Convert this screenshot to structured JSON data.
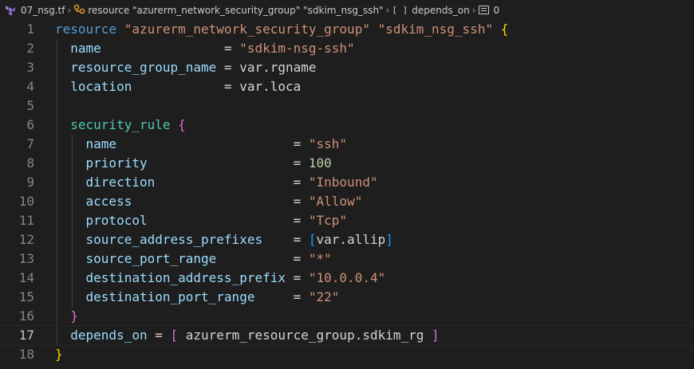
{
  "breadcrumb": {
    "file": "07_nsg.tf",
    "resource": "resource \"azurerm_network_security_group\" \"sdkim_nsg_ssh\"",
    "attribute": "depends_on",
    "count": "0"
  },
  "colors": {
    "background": "#1e1e1e",
    "keyword": "#569cd6",
    "string": "#ce9178",
    "property": "#9cdcfe",
    "number": "#b5cea8",
    "bracket_gold": "#ffd700",
    "bracket_orchid": "#da70d6",
    "bracket_blue": "#179fff"
  },
  "icons": {
    "file": "terraform-icon",
    "resource": "symbol-class-icon",
    "attribute": "symbol-array-icon",
    "count": "symbol-object-icon"
  },
  "active_line": 17,
  "lines": [
    {
      "n": "1",
      "t": [
        [
          "kw",
          "resource"
        ],
        [
          "plain",
          " "
        ],
        [
          "str",
          "\"azurerm_network_security_group\""
        ],
        [
          "plain",
          " "
        ],
        [
          "str",
          "\"sdkim_nsg_ssh\""
        ],
        [
          "plain",
          " "
        ],
        [
          "b1",
          "{"
        ]
      ]
    },
    {
      "n": "2",
      "t": [
        [
          "plain",
          "  "
        ],
        [
          "prop",
          "name"
        ],
        [
          "plain",
          "                = "
        ],
        [
          "str",
          "\"sdkim-nsg-ssh\""
        ]
      ]
    },
    {
      "n": "3",
      "t": [
        [
          "plain",
          "  "
        ],
        [
          "prop",
          "resource_group_name"
        ],
        [
          "plain",
          " = "
        ],
        [
          "plain",
          "var.rgname"
        ]
      ]
    },
    {
      "n": "4",
      "t": [
        [
          "plain",
          "  "
        ],
        [
          "prop",
          "location"
        ],
        [
          "plain",
          "            = "
        ],
        [
          "plain",
          "var.loca"
        ]
      ]
    },
    {
      "n": "5",
      "t": []
    },
    {
      "n": "6",
      "t": [
        [
          "plain",
          "  "
        ],
        [
          "sec",
          "security_rule"
        ],
        [
          "plain",
          " "
        ],
        [
          "b2",
          "{"
        ]
      ]
    },
    {
      "n": "7",
      "t": [
        [
          "plain",
          "    "
        ],
        [
          "prop",
          "name"
        ],
        [
          "plain",
          "                       = "
        ],
        [
          "str",
          "\"ssh\""
        ]
      ]
    },
    {
      "n": "8",
      "t": [
        [
          "plain",
          "    "
        ],
        [
          "prop",
          "priority"
        ],
        [
          "plain",
          "                   = "
        ],
        [
          "num",
          "100"
        ]
      ]
    },
    {
      "n": "9",
      "t": [
        [
          "plain",
          "    "
        ],
        [
          "prop",
          "direction"
        ],
        [
          "plain",
          "                  = "
        ],
        [
          "str",
          "\"Inbound\""
        ]
      ]
    },
    {
      "n": "10",
      "t": [
        [
          "plain",
          "    "
        ],
        [
          "prop",
          "access"
        ],
        [
          "plain",
          "                     = "
        ],
        [
          "str",
          "\"Allow\""
        ]
      ]
    },
    {
      "n": "11",
      "t": [
        [
          "plain",
          "    "
        ],
        [
          "prop",
          "protocol"
        ],
        [
          "plain",
          "                   = "
        ],
        [
          "str",
          "\"Tcp\""
        ]
      ]
    },
    {
      "n": "12",
      "t": [
        [
          "plain",
          "    "
        ],
        [
          "prop",
          "source_address_prefixes"
        ],
        [
          "plain",
          "    = "
        ],
        [
          "b3",
          "["
        ],
        [
          "plain",
          "var.allip"
        ],
        [
          "b3",
          "]"
        ]
      ]
    },
    {
      "n": "13",
      "t": [
        [
          "plain",
          "    "
        ],
        [
          "prop",
          "source_port_range"
        ],
        [
          "plain",
          "          = "
        ],
        [
          "str",
          "\"*\""
        ]
      ]
    },
    {
      "n": "14",
      "t": [
        [
          "plain",
          "    "
        ],
        [
          "prop",
          "destination_address_prefix"
        ],
        [
          "plain",
          " = "
        ],
        [
          "str",
          "\"10.0.0.4\""
        ]
      ]
    },
    {
      "n": "15",
      "t": [
        [
          "plain",
          "    "
        ],
        [
          "prop",
          "destination_port_range"
        ],
        [
          "plain",
          "     = "
        ],
        [
          "str",
          "\"22\""
        ]
      ]
    },
    {
      "n": "16",
      "t": [
        [
          "plain",
          "  "
        ],
        [
          "b2",
          "}"
        ]
      ]
    },
    {
      "n": "17",
      "t": [
        [
          "plain",
          "  "
        ],
        [
          "prop",
          "depends_on"
        ],
        [
          "plain",
          " = "
        ],
        [
          "b2",
          "["
        ],
        [
          "plain",
          " azurerm_resource_group.sdkim_rg "
        ],
        [
          "b2",
          "]"
        ]
      ]
    },
    {
      "n": "18",
      "t": [
        [
          "b1",
          "}"
        ]
      ]
    }
  ]
}
